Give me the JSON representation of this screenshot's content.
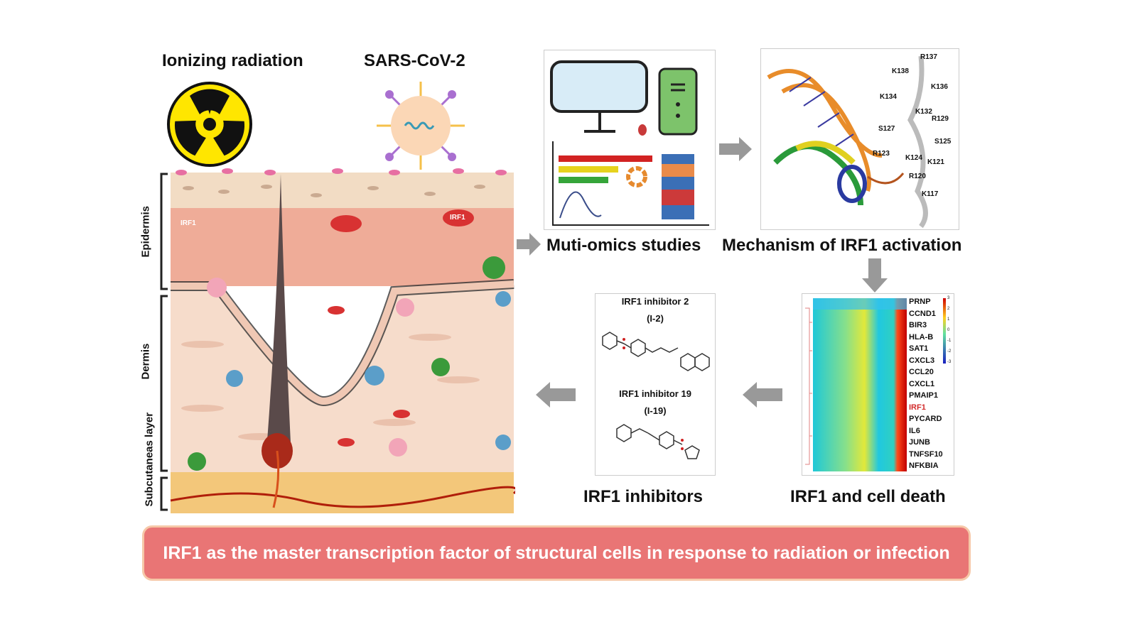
{
  "left": {
    "radiation_title": "Ionizing radiation",
    "virus_title": "SARS-CoV-2",
    "layers": [
      "Epidermis",
      "Dermis",
      "Subcutaneas layer"
    ],
    "cell_label": "IRF1",
    "icons": [
      "radiation-hazard-icon",
      "virus-icon",
      "hair-follicle",
      "immune-cell"
    ]
  },
  "omics": {
    "title": "Muti-omics studies"
  },
  "mechanism": {
    "title": "Mechanism of IRF1 activation",
    "residues": [
      "R137",
      "K138",
      "K136",
      "K134",
      "K132",
      "R129",
      "S127",
      "S125",
      "R123",
      "K124",
      "K121",
      "R120",
      "K117"
    ]
  },
  "heatmap": {
    "title": "IRF1 and cell death",
    "genes": [
      "PRNP",
      "CCND1",
      "BIR3",
      "HLA-B",
      "SAT1",
      "CXCL3",
      "CCL20",
      "CXCL1",
      "PMAIP1",
      "IRF1",
      "PYCARD",
      "IL6",
      "JUNB",
      "TNFSF10",
      "NFKBIA"
    ],
    "highlight_gene": "IRF1",
    "highlight_color": "#d22b2b",
    "colorbar_ticks": [
      "3",
      "2",
      "1",
      "0",
      "-1",
      "-2",
      "-3"
    ]
  },
  "inhibitors": {
    "title": "IRF1 inhibitors",
    "items": [
      {
        "name": "IRF1 inhibitor 2",
        "code": "(I-2)"
      },
      {
        "name": "IRF1 inhibitor 19",
        "code": "(I-19)"
      }
    ]
  },
  "banner": {
    "text": "IRF1 as the master transcription factor of structural cells in response to radiation or infection",
    "color": "#e97575"
  },
  "colors": {
    "arrow": "#999999",
    "banner_border": "#f6c8a8"
  }
}
